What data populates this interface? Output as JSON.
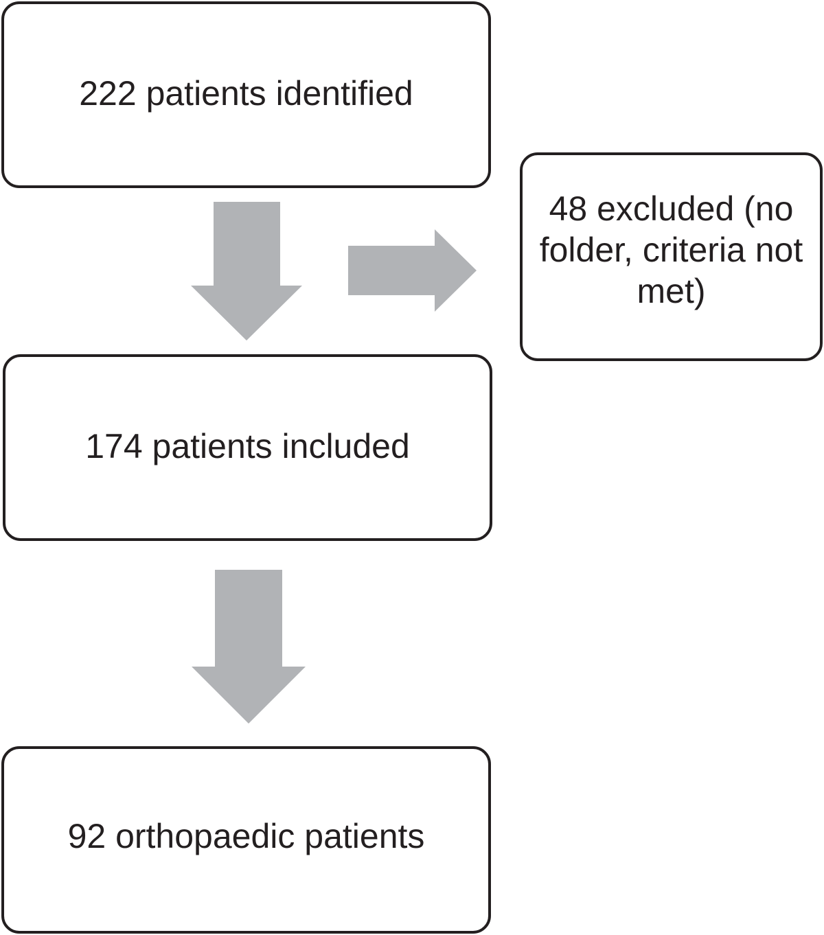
{
  "flow": {
    "identified": "222 patients identified",
    "excluded": "48 excluded (no folder, criteria not met)",
    "included": "174 patients included",
    "orthopaedic": "92 orthopaedic patients"
  },
  "colors": {
    "box_border": "#231f20",
    "text": "#231f20",
    "arrow_fill": "#b1b3b6",
    "background": "#ffffff"
  }
}
